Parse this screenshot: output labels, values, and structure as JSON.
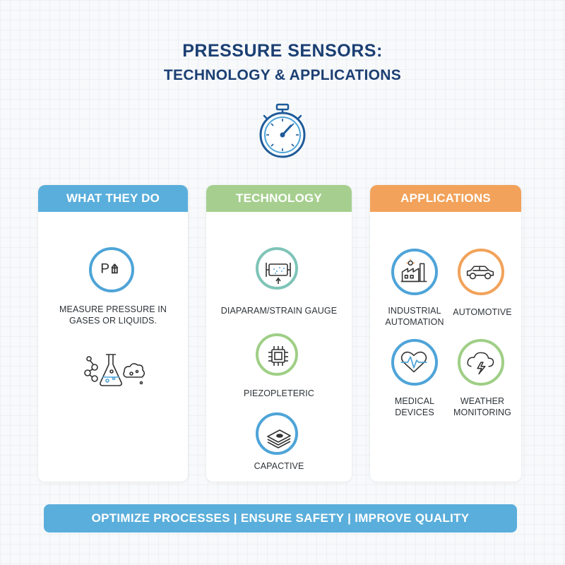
{
  "title": {
    "line1": "PRESSURE SENSORS:",
    "line2": "TECHNOLOGY & APPLICATIONS"
  },
  "columns": {
    "what_they_do": {
      "header": "WHAT THEY DO",
      "description_line1": "MEASURE PRESSURE IN",
      "description_line2": "GASES OR LIQUIDS."
    },
    "technology": {
      "header": "TECHNOLOGY",
      "items": [
        {
          "label": "DIAPARAM/STRAIN GAUGE",
          "icon": "diaphragm-gauge-icon"
        },
        {
          "label": "PIEZOPLETERIC",
          "icon": "chip-icon"
        },
        {
          "label": "CAPACTIVE",
          "icon": "capacitor-plates-icon"
        }
      ]
    },
    "applications": {
      "header": "APPLICATIONS",
      "items": [
        {
          "line1": "INDUSTRIAL",
          "line2": "AUTOMATION",
          "icon": "factory-icon"
        },
        {
          "line1": "AUTOMOTIVE",
          "line2": "",
          "icon": "car-icon"
        },
        {
          "line1": "MEDICAL",
          "line2": "DEVICES",
          "icon": "heartbeat-icon"
        },
        {
          "line1": "WEATHER",
          "line2": "MONITORING",
          "icon": "storm-cloud-icon"
        }
      ]
    }
  },
  "footer": {
    "text": "OPTIMIZE PROCESSES | ENSURE SAFETY | IMPROVE QUALITY"
  },
  "icons": {
    "header": "stopwatch-icon",
    "what_they_do_top": "pressure-up-icon",
    "what_they_do_bottom": "lab-flask-icon"
  },
  "colors": {
    "title": "#1b3f73",
    "blue": "#5aaedb",
    "green": "#a6cf8f",
    "orange": "#f2a25a",
    "teal": "#7fc4b8"
  }
}
